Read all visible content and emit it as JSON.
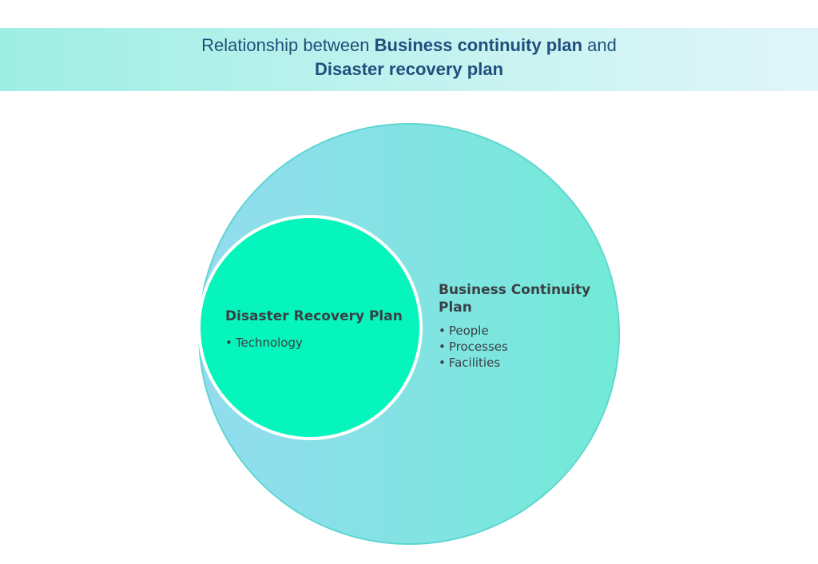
{
  "header": {
    "prefix": "Relationship between ",
    "bcp": "Business continuity plan",
    "connector": " and",
    "drp": "Disaster recovery plan"
  },
  "diagram": {
    "outer": {
      "title": "Business Continuity Plan",
      "items": [
        "People",
        "Processes",
        "Facilities"
      ]
    },
    "inner": {
      "title": "Disaster Recovery Plan",
      "items": [
        "Technology"
      ]
    }
  },
  "colors": {
    "title_text": "#1f4f7c",
    "label_text": "#3a3f44",
    "outer_gradient_start": "#93dcef",
    "outer_gradient_end": "#72ead7",
    "outer_stroke": "#5fd6d1",
    "inner_fill": "#06f5bd",
    "inner_stroke": "#ffffff"
  }
}
